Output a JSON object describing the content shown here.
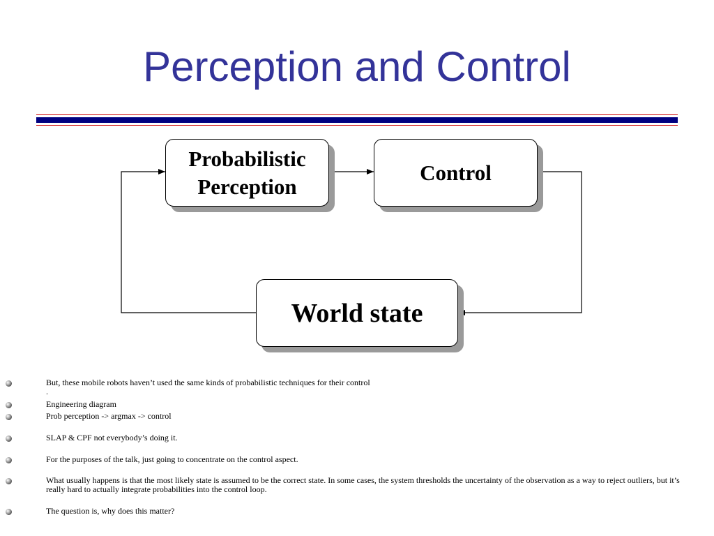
{
  "slide": {
    "title": "Perception and Control"
  },
  "diagram": {
    "perception_box": "Probabilistic\nPerception",
    "control_box": "Control",
    "world_box": "World state"
  },
  "notes": {
    "bullets": [
      "But, these mobile robots haven’t used the same kinds of probabilistic techniques for their control\n.",
      "Engineering diagram",
      "Prob perception -> argmax -> control",
      "SLAP & CPF not everybody’s doing it.",
      "For the purposes of the talk, just going to concentrate on the control aspect.",
      "What usually happens is that the most likely state is assumed to be the correct state. In some cases, the system thresholds the uncertainty of the observation as a way to reject outliers, but it’s really hard to actually integrate probabilities into the control loop.",
      "The question is, why does this matter?"
    ]
  },
  "colors": {
    "title": "#333399",
    "rule_blue": "#000080",
    "rule_red": "#cc0000"
  }
}
